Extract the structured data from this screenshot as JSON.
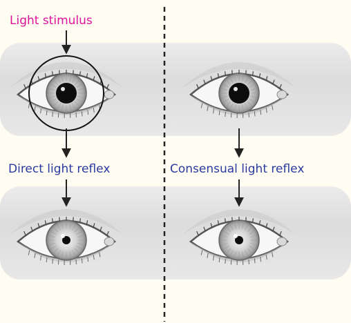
{
  "labels": {
    "stimulus": "Light stimulus",
    "direct": "Direct light reflex",
    "consensual": "Consensual light reflex"
  },
  "eyes": [
    {
      "name": "top-left-eye",
      "pupil": "dilated"
    },
    {
      "name": "top-right-eye",
      "pupil": "dilated"
    },
    {
      "name": "bottom-left-eye",
      "pupil": "constricted"
    },
    {
      "name": "bottom-right-eye",
      "pupil": "constricted"
    }
  ],
  "colors": {
    "background": "#fffcf2",
    "stimulus_label": "#e0129a",
    "reflex_labels": "#2a3aa0",
    "arrows": "#222222",
    "divider": "#222222"
  }
}
